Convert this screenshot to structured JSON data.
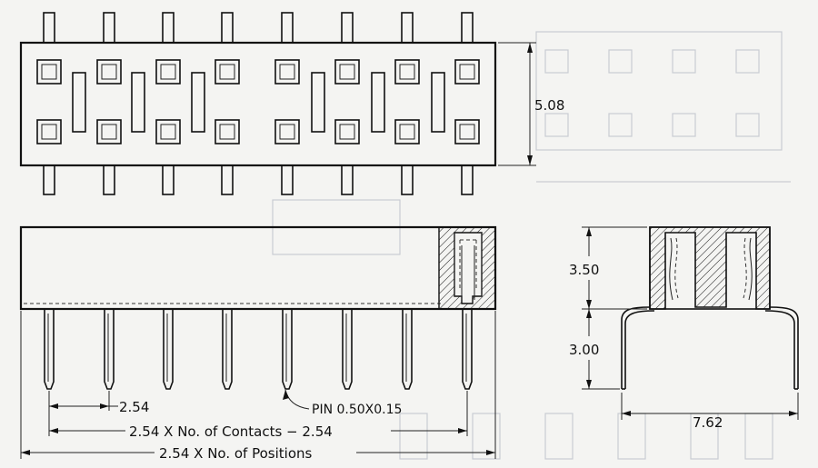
{
  "dimensions": {
    "top_height": "5.08",
    "side_upper": "3.50",
    "side_lower": "3.00",
    "side_width": "7.62",
    "pitch": "2.54",
    "pin": "PIN 0.50X0.15",
    "contacts_formula": "2.54 X No. of Contacts − 2.54",
    "positions_formula": "2.54 X No. of Positions"
  },
  "colors": {
    "line": "#111111",
    "ghost": "#c9ccd3",
    "paper": "#f4f4f2"
  }
}
